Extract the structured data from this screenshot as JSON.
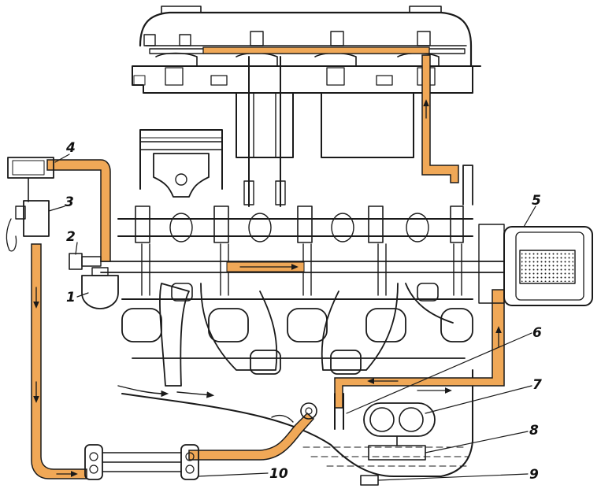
{
  "diagram": {
    "oil_color": "#f0a857",
    "ink_color": "#1a1a1a",
    "callouts": [
      {
        "id": "1",
        "label": "1"
      },
      {
        "id": "2",
        "label": "2"
      },
      {
        "id": "3",
        "label": "3"
      },
      {
        "id": "4",
        "label": "4"
      },
      {
        "id": "5",
        "label": "5"
      },
      {
        "id": "6",
        "label": "6"
      },
      {
        "id": "7",
        "label": "7"
      },
      {
        "id": "8",
        "label": "8"
      },
      {
        "id": "9",
        "label": "9"
      },
      {
        "id": "10",
        "label": "10"
      }
    ]
  }
}
